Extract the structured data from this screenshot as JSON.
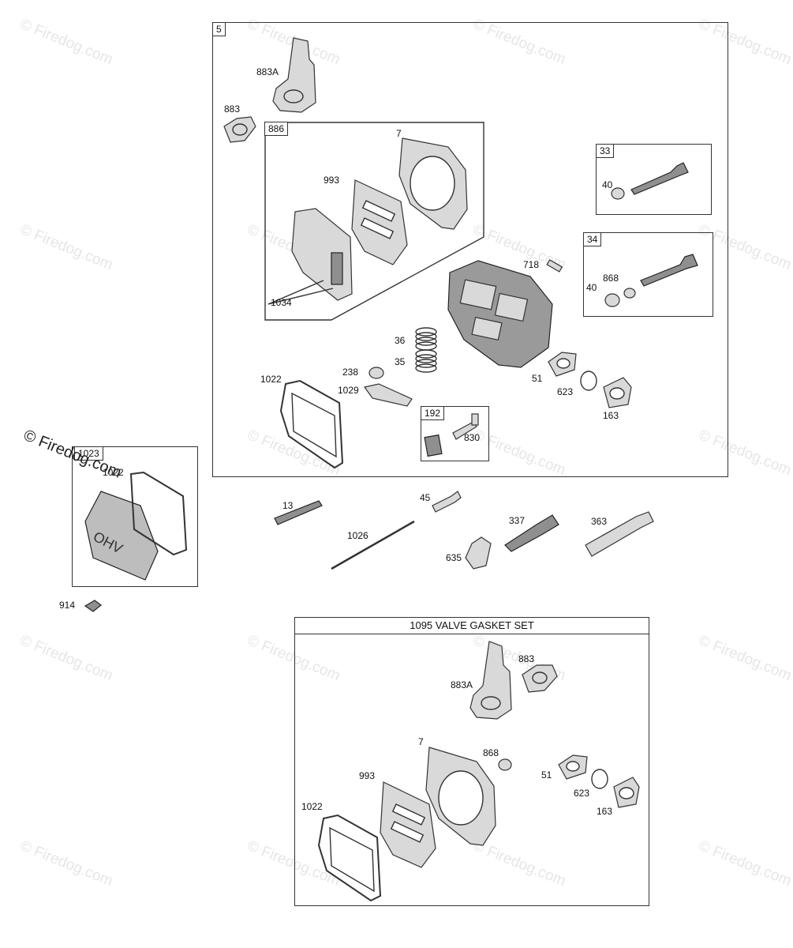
{
  "watermark": {
    "text": "© Firedog.com"
  },
  "main_assembly": {
    "tag": "5",
    "labels": {
      "l883a": "883A",
      "l883": "883",
      "l7": "7",
      "l993": "993",
      "l1034": "1034",
      "l718": "718",
      "l36": "36",
      "l35": "35",
      "l238": "238",
      "l1022": "1022",
      "l1029": "1029",
      "l51": "51",
      "l623": "623",
      "l163": "163"
    },
    "gasket_kit": {
      "tag": "886"
    },
    "exhaust_valve": {
      "tag": "33",
      "l40": "40"
    },
    "intake_valve": {
      "tag": "34",
      "l40": "40",
      "l868": "868"
    },
    "breather": {
      "tag": "192",
      "l830": "830"
    }
  },
  "cover_assembly": {
    "tag": "1023",
    "l1022": "1022",
    "l914": "914"
  },
  "loose_parts": {
    "l13": "13",
    "l45": "45",
    "l1026": "1026",
    "l337": "337",
    "l363": "363",
    "l635": "635"
  },
  "valve_gasket_set": {
    "title": "1095 VALVE GASKET SET",
    "labels": {
      "l883": "883",
      "l883a": "883A",
      "l7": "7",
      "l868": "868",
      "l993": "993",
      "l51": "51",
      "l623": "623",
      "l163": "163",
      "l1022": "1022"
    }
  }
}
